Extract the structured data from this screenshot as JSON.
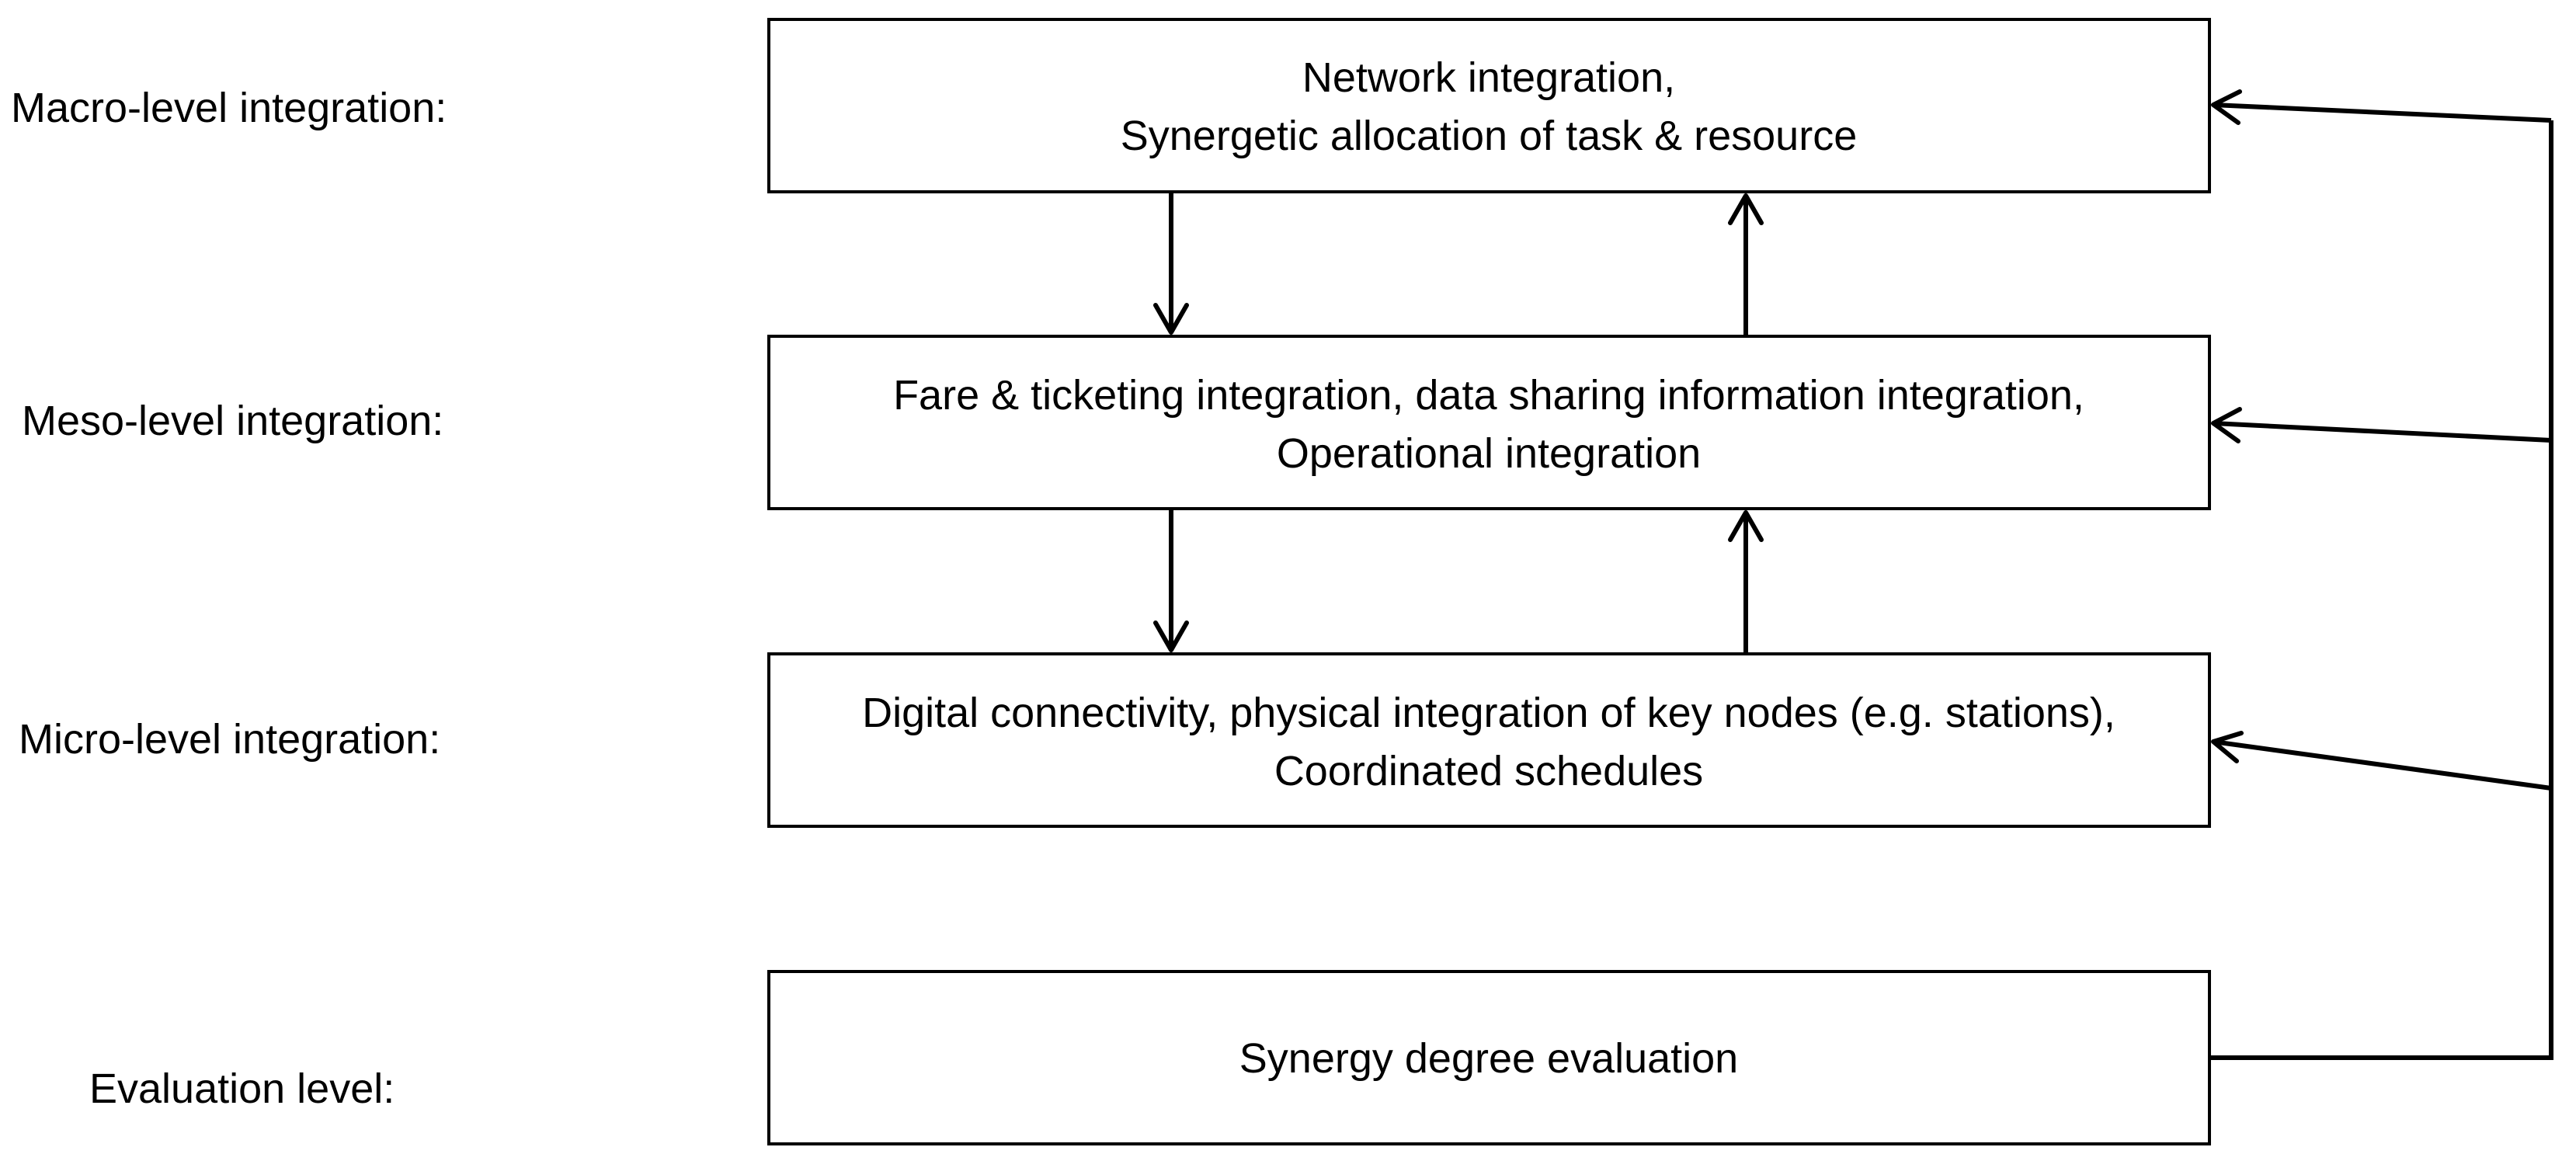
{
  "levels": [
    {
      "id": "macro",
      "label": "Macro-level integration:",
      "lines": [
        "Network integration,",
        "Synergetic allocation of task & resource"
      ]
    },
    {
      "id": "meso",
      "label": "Meso-level integration:",
      "lines": [
        "Fare & ticketing integration, data sharing information integration,",
        "Operational integration"
      ]
    },
    {
      "id": "micro",
      "label": "Micro-level integration:",
      "lines": [
        "Digital connectivity, physical integration of key nodes (e.g. stations),",
        "Coordinated schedules"
      ]
    },
    {
      "id": "evaluation",
      "label": "Evaluation level:",
      "lines": [
        "Synergy degree evaluation"
      ]
    }
  ],
  "colors": {
    "stroke": "#000000",
    "background": "#ffffff"
  }
}
